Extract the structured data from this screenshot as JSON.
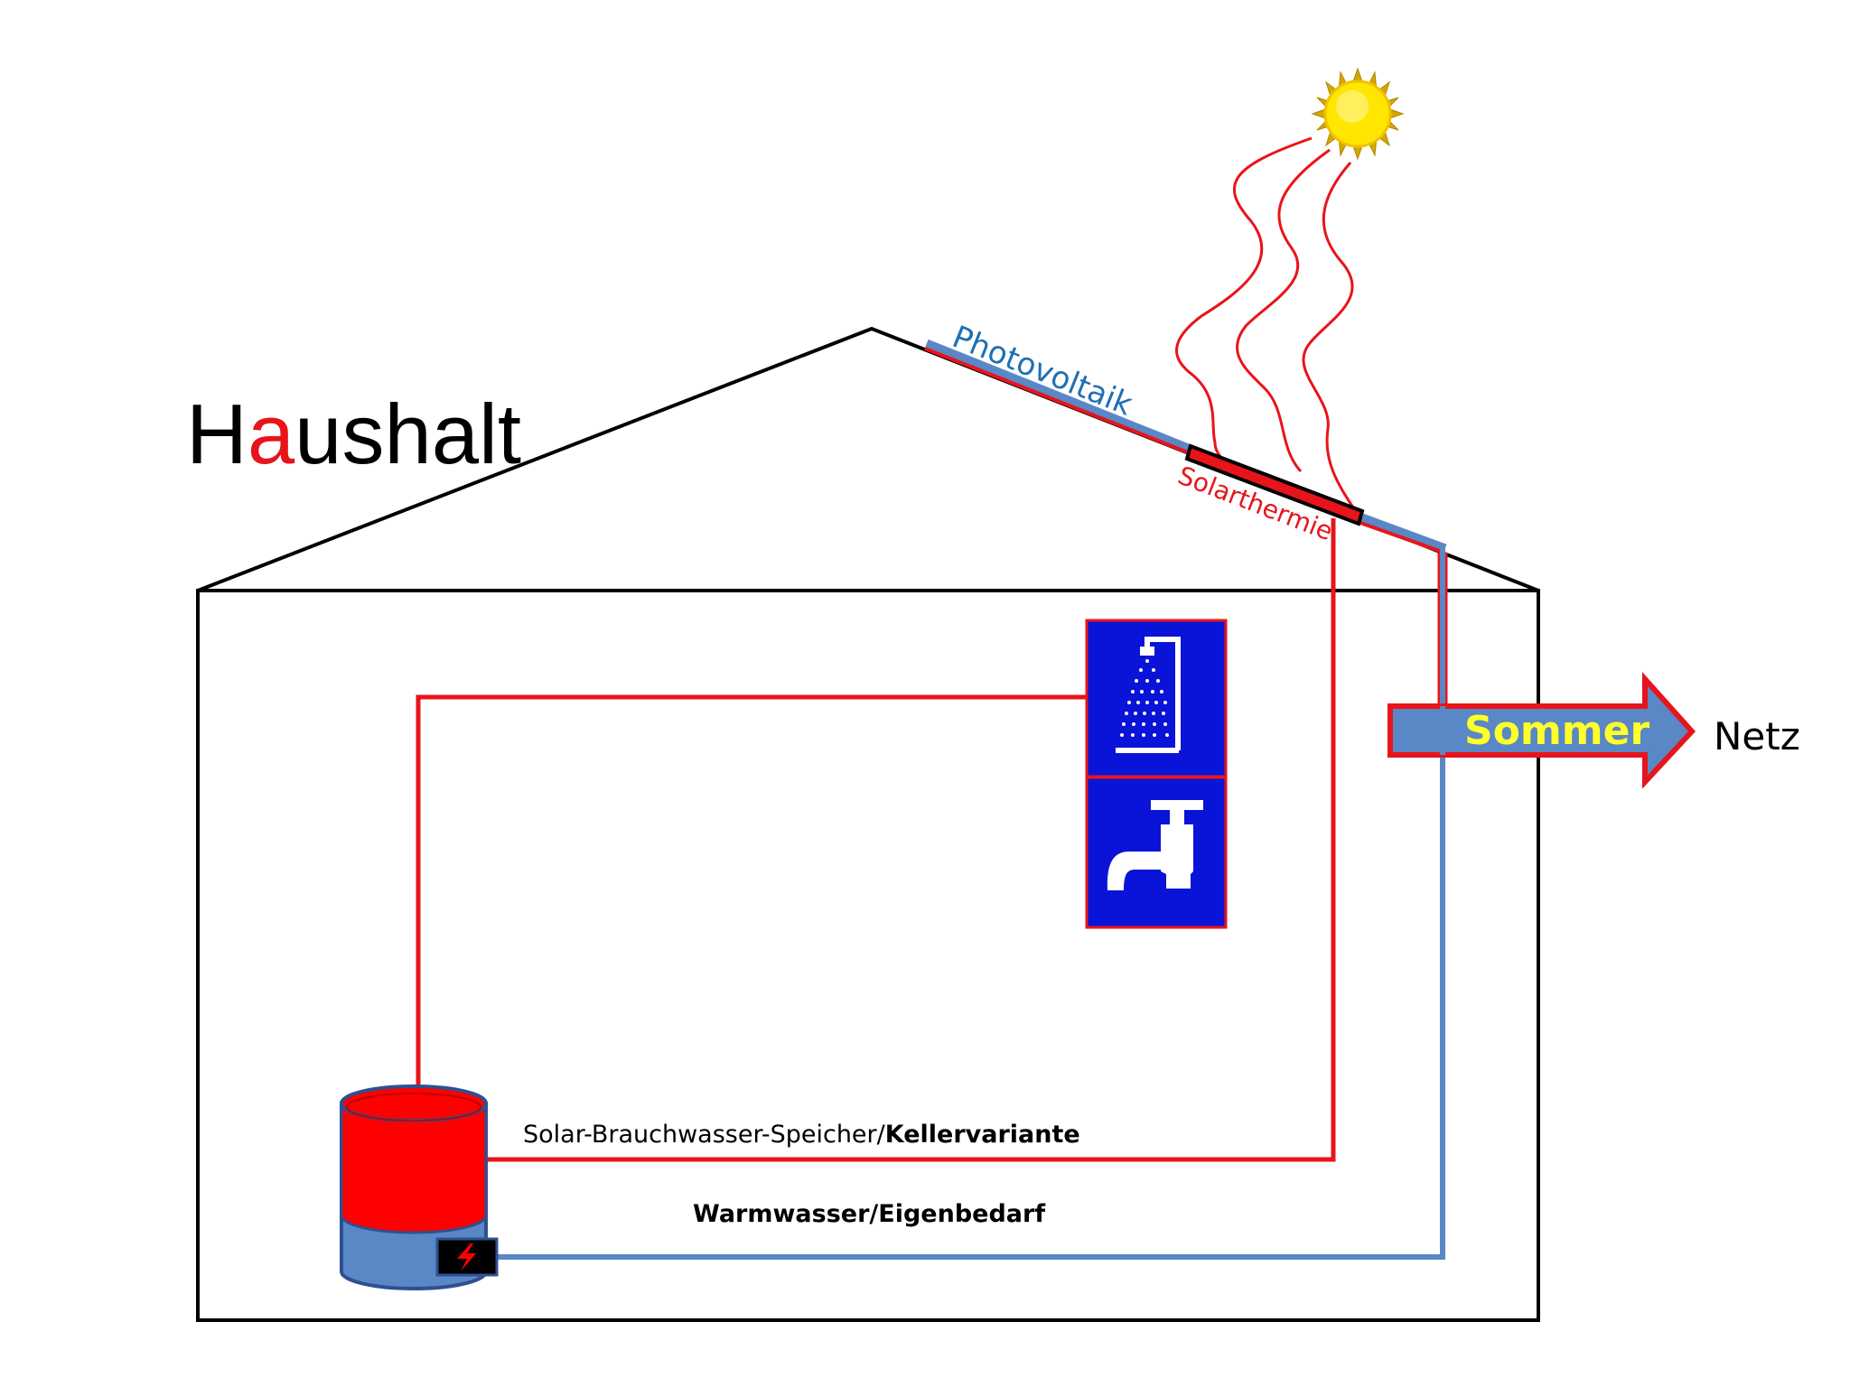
{
  "title": {
    "first": "H",
    "highlight": "a",
    "rest": "ushalt"
  },
  "labels": {
    "photovoltaik": "Photovoltaik",
    "solarthermie": "Solarthermie",
    "sommer": "Sommer",
    "netz": "Netz",
    "speicher_regular": "Solar-Brauchwasser-Speicher/",
    "speicher_bold": "Kellervariante",
    "warmwasser": "Warmwasser/Eigenbedarf"
  },
  "icons": {
    "sun": "sun-icon",
    "shower": "shower-icon",
    "faucet": "faucet-icon",
    "heater": "heating-element-icon",
    "tank": "water-tank-icon",
    "arrow": "arrow-right-icon"
  },
  "colors": {
    "hot_line": "#e8141b",
    "pv_blue": "#5a87c5",
    "label_blue": "#1f6fb5",
    "arrow_text": "#ffff2a",
    "icon_bg": "#0a14d8",
    "sun": "#ffe600",
    "tank_red": "#ff0000"
  }
}
